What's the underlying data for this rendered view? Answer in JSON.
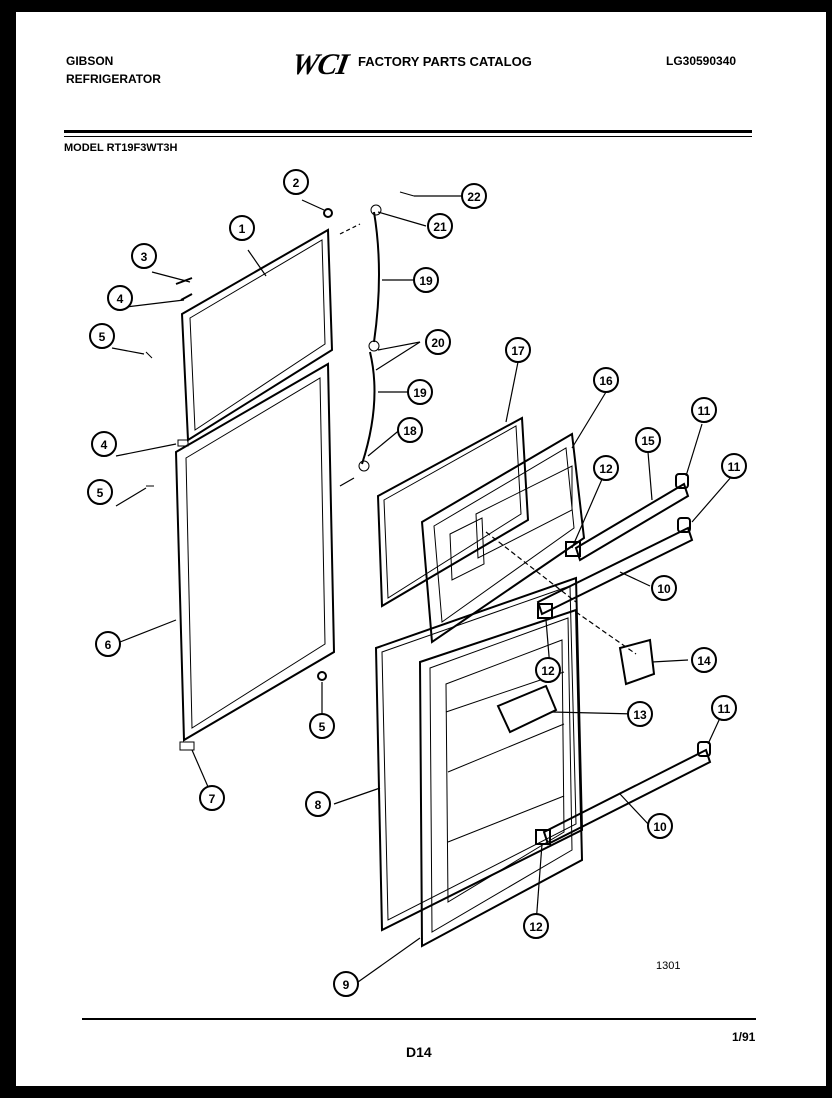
{
  "header": {
    "brand_line1": "GIBSON",
    "brand_line2": "REFRIGERATOR",
    "logo": "WCI",
    "catalog_title": "FACTORY PARTS CATALOG",
    "catalog_number": "LG30590340",
    "model": "MODEL RT19F3WT3H"
  },
  "footer": {
    "page_code": "D14",
    "date": "1/91",
    "drawing_number": "1301"
  },
  "callouts": [
    "1",
    "2",
    "3",
    "4",
    "5",
    "4",
    "5",
    "6",
    "7",
    "5",
    "8",
    "9",
    "10",
    "10",
    "11",
    "11",
    "11",
    "12",
    "12",
    "12",
    "13",
    "14",
    "15",
    "16",
    "17",
    "18",
    "19",
    "19",
    "20",
    "21",
    "22"
  ]
}
